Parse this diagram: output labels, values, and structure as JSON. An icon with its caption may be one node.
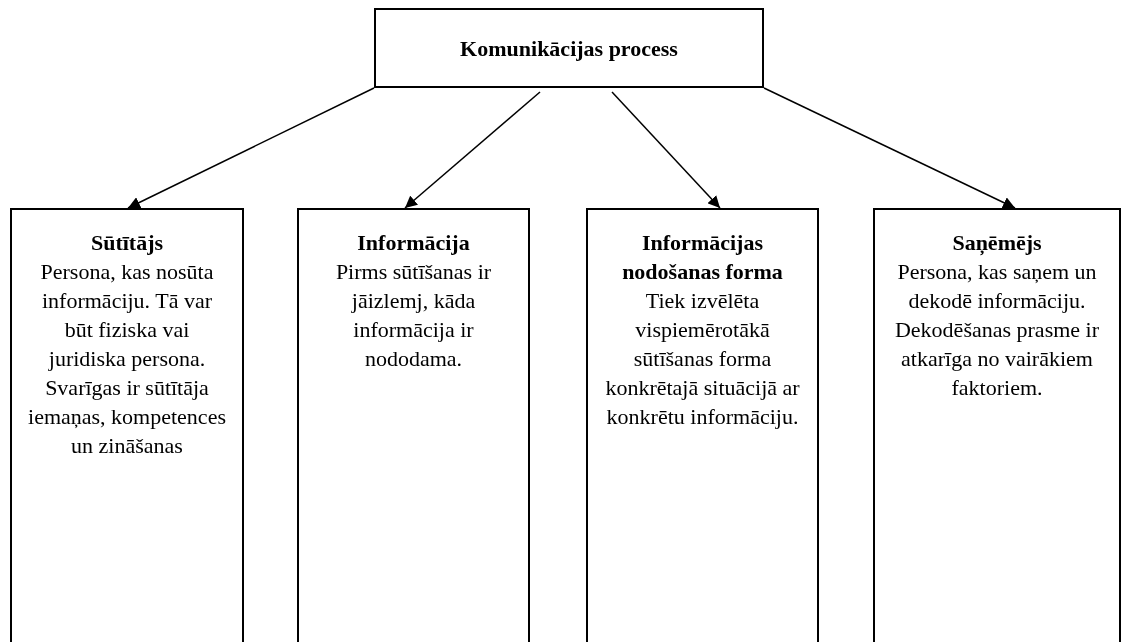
{
  "diagram": {
    "nodes": [
      {
        "text": [
          "Komunikācijas process"
        ]
      },
      {
        "text": [
          "Sūtītājs",
          "Persona, kas nosūta informāciju. Tā var būt fiziska vai juridiska persona. Svarīgas ir sūtītāja iemaņas, kompetences un zināšanas"
        ]
      },
      {
        "text": [
          "Informācija",
          "Pirms sūtīšanas ir jāizlemj, kāda informācija ir nododama."
        ]
      },
      {
        "text": [
          "Informācijas nodošanas forma",
          "Tiek izvēlēta vispiemērotākā sūtīšanas forma konkrētajā situācijā ar konkrētu informāciju."
        ]
      },
      {
        "text": [
          "Saņēmējs",
          "Persona, kas saņem un dekodē informāciju. Dekodēšanas prasme ir atkarīga no vairākiem faktoriem."
        ]
      }
    ],
    "edges": [
      {
        "from": 0,
        "to": 1,
        "arrow": "to"
      },
      {
        "from": 0,
        "to": 2,
        "arrow": "to"
      },
      {
        "from": 0,
        "to": 3,
        "arrow": "to"
      },
      {
        "from": 0,
        "to": 4,
        "arrow": "to"
      }
    ]
  }
}
